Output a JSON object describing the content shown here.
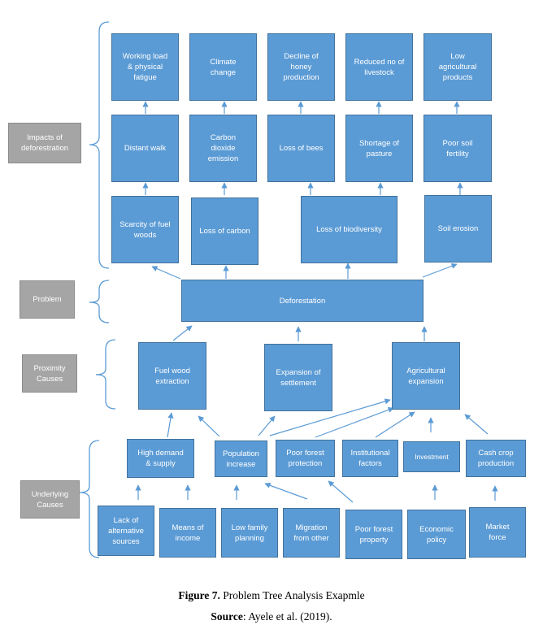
{
  "diagram": {
    "categories": {
      "impacts": "Impacts of\ndeforestration",
      "problem": "Problem",
      "proximity": "Proximity\nCauses",
      "underlying": "Underlying\nCauses"
    },
    "impacts_top": {
      "working_load": "Working load\n& physical\nfatigue",
      "climate_change": "Climate\nchange",
      "honey_decline": "Decline of\nhoney\nproduction",
      "reduced_livestock": "Reduced no of\nlivestock",
      "low_agri_products": "Low\nagricultural\nproducts"
    },
    "impacts_mid": {
      "distant_walk": "Distant walk",
      "co2_emission": "Carbon\ndioxide\nemission",
      "loss_of_bees": "Loss of bees",
      "pasture_shortage": "Shortage of\npasture",
      "poor_soil": "Poor soil\nfertility"
    },
    "impacts_low": {
      "fuelwood_scarcity": "Scarcity of fuel\nwoods",
      "loss_of_carbon": "Loss of carbon",
      "loss_of_biodiversity": "Loss of biodiversity",
      "soil_erosion": "Soil erosion"
    },
    "problem": {
      "deforestation": "Deforestation"
    },
    "proximity": {
      "fuel_wood": "Fuel wood\nextraction",
      "settlement": "Expansion of\nsettlement",
      "agri_expansion": "Agricultural\nexpansion"
    },
    "underlying_upper": {
      "high_demand": "High demand\n& supply",
      "population": "Population\nincrease",
      "poor_forest_protection": "Poor forest\nprotection",
      "institutional": "Institutional\nfactors",
      "investment": "Investment",
      "cash_crop": "Cash crop\nproduction"
    },
    "underlying_lower": {
      "lack_alternative": "Lack of\nalternative\nsources",
      "means_of_income": "Means of\nincome",
      "low_family_planning": "Low family\nplanning",
      "migration": "Migration\nfrom other",
      "poor_forest_property": "Poor forest\nproperty",
      "economic_policy": "Economic\npolicy",
      "market_force": "Market\nforce"
    }
  },
  "caption": {
    "figure_label": "Figure 7.",
    "figure_title": " Problem Tree Analysis Exapmle",
    "source_label": "Source",
    "source_text": ": Ayele et al. (2019)."
  },
  "colors": {
    "box_fill": "#5b9bd5",
    "box_border": "#41719c",
    "category_fill": "#a5a5a5",
    "connector": "#5b9bd5"
  }
}
